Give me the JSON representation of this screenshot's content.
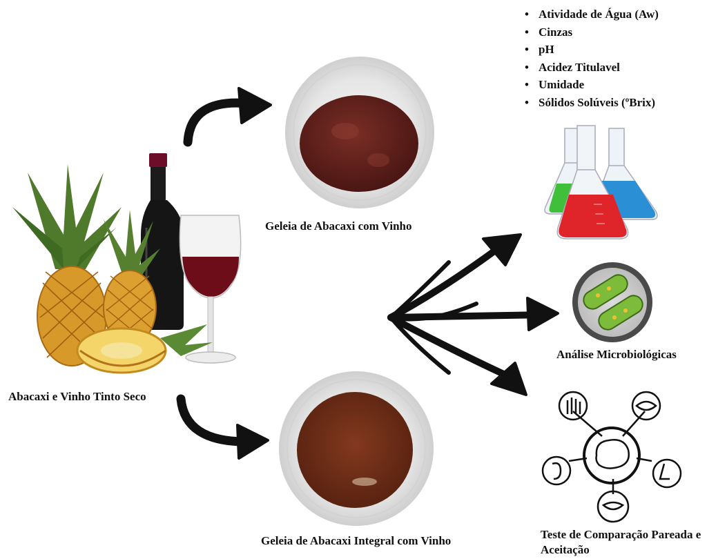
{
  "labels": {
    "ingredients": "Abacaxi  e Vinho Tinto Seco",
    "jam_wine": "Geleia de Abacaxi com Vinho",
    "jam_integral": "Geleia de Abacaxi Integral com Vinho",
    "micro": "Análise Microbiológicas",
    "sensory": "Teste de Comparação Pareada e Aceitação"
  },
  "physicochemical_analyses": [
    "Atividade de Água (Aw)",
    "Cinzas",
    "pH",
    "Acidez Titulavel",
    "Umidade",
    "Sólidos Solúveis (ºBrix)"
  ],
  "colors": {
    "arrow": "#111111",
    "jam_wine": "#5a1e1a",
    "jam_integral": "#6b2c1c",
    "wine": "#6e0d1a",
    "pineapple": "#d79a2a",
    "leaf": "#4f7a2c",
    "flask_green": "#3fbf3a",
    "flask_red": "#e0252a",
    "flask_blue": "#2b8fd6",
    "bacteria": "#7dbb3a"
  }
}
